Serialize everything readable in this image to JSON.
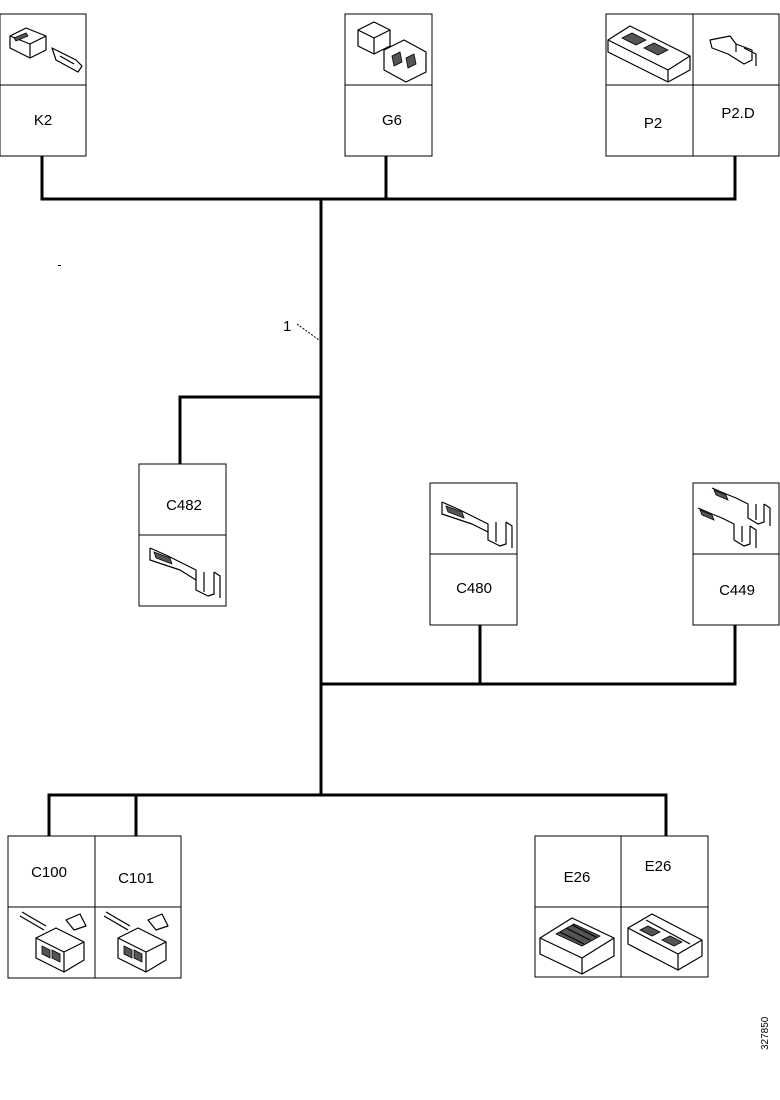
{
  "diagram": {
    "connectors": {
      "k2": "K2",
      "g6": "G6",
      "p2": "P2",
      "p2d": "P2.D",
      "c482": "C482",
      "c480": "C480",
      "c449": "C449",
      "c100": "C100",
      "c101": "C101",
      "e26a": "E26",
      "e26b": "E26"
    },
    "harness_callout": "1",
    "figure_ref": "327850",
    "colors": {
      "line": "#000000",
      "background": "#ffffff"
    }
  }
}
